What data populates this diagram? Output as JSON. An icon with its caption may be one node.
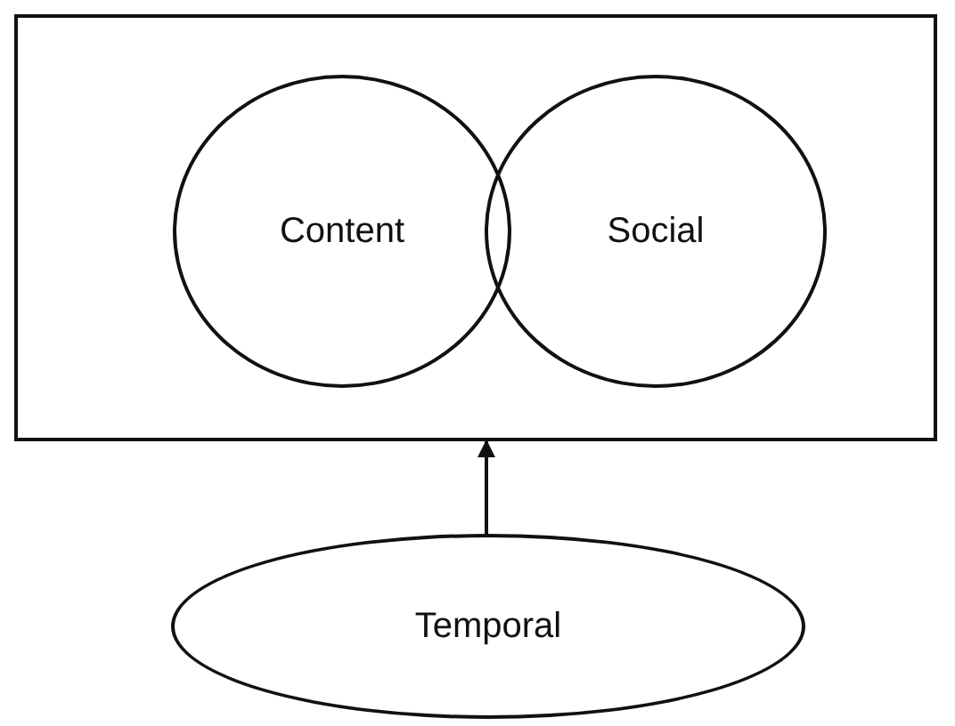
{
  "diagram": {
    "nodes": [
      {
        "text": [],
        "shape": "box"
      },
      {
        "text": [
          "Content"
        ],
        "in": 0
      },
      {
        "text": [
          "Social"
        ],
        "in": 0
      },
      {
        "text": [
          "Temporal"
        ]
      }
    ],
    "edges": [
      {
        "from": 3,
        "to": 0,
        "arrow": "to"
      }
    ]
  }
}
